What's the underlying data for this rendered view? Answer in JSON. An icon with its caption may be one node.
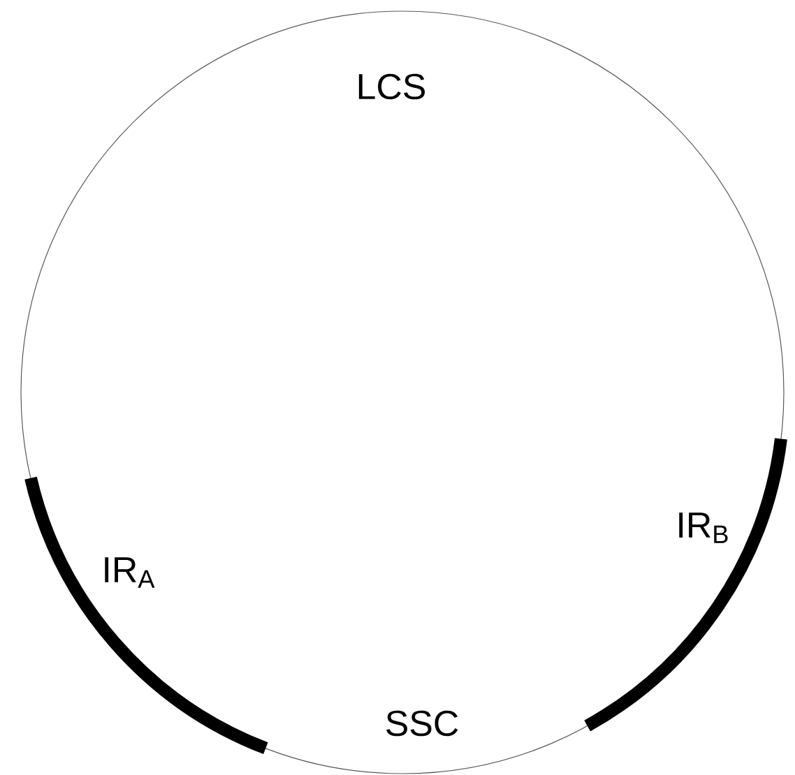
{
  "diagram": {
    "labels": [
      "LCS",
      "IR$_{A}$",
      "IR$_{B}$",
      "SSC"
    ]
  }
}
